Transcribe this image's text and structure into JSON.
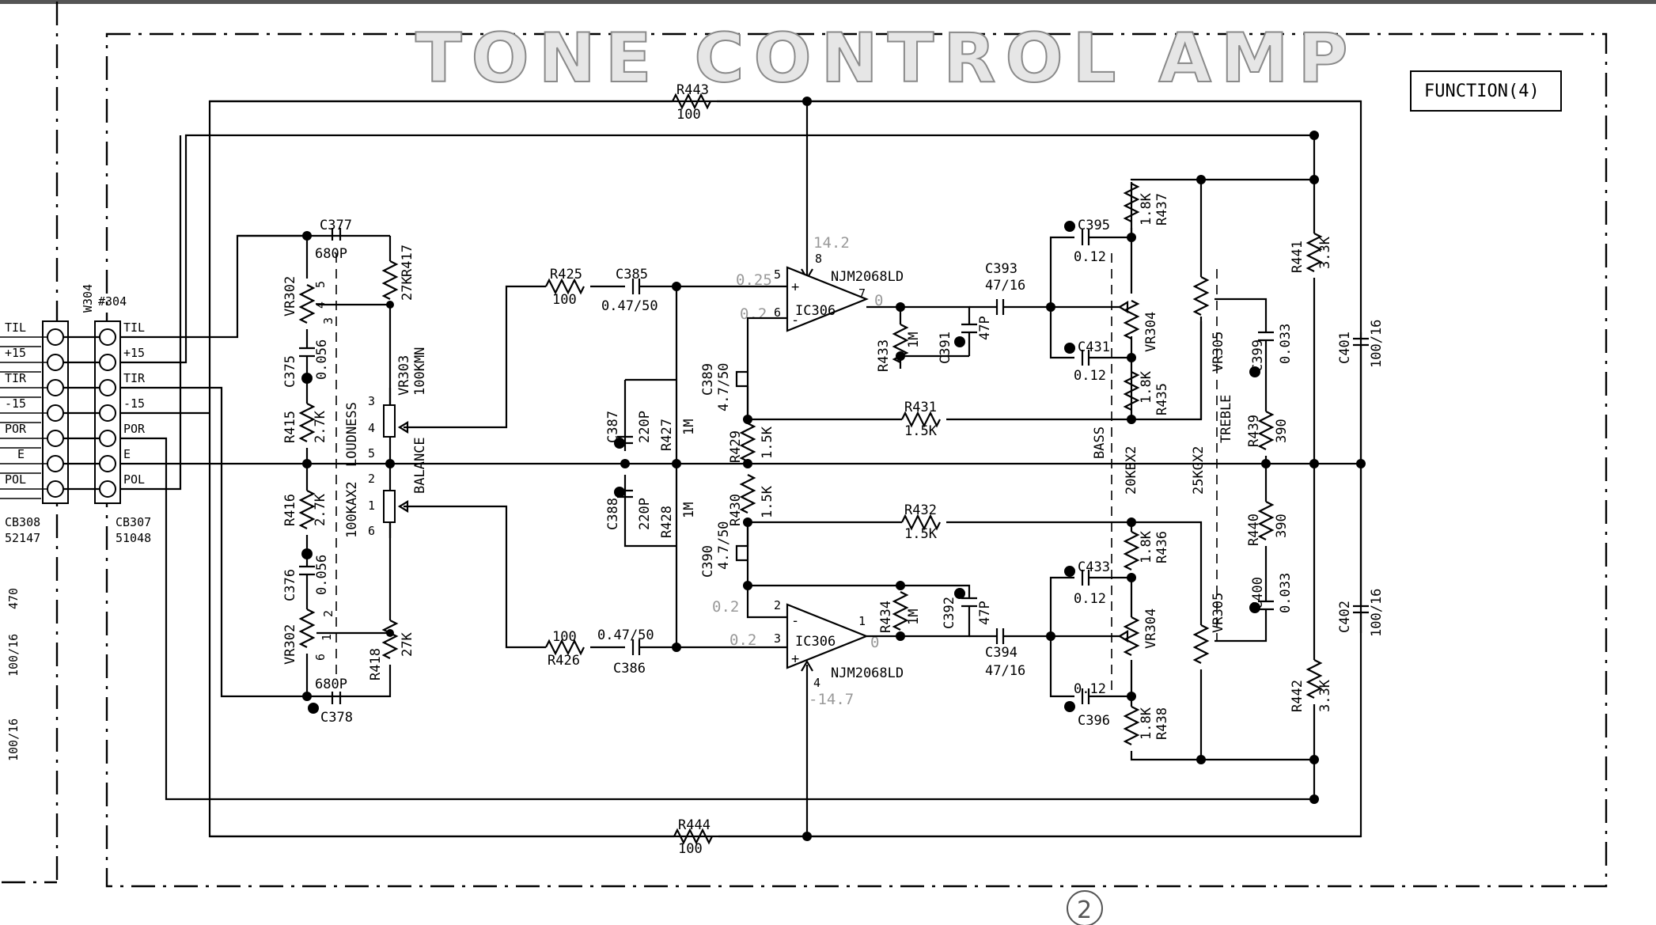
{
  "title": "TONE CONTROL AMP",
  "function_label": "FUNCTION(4)",
  "page_marker": "2",
  "connectors": {
    "w304": "W304",
    "p304": "#304",
    "cb308_name": "CB308",
    "cb308_part": "52147",
    "cb307_name": "CB307",
    "cb307_part": "51048",
    "pins": [
      "TIL",
      "+15",
      "TIR",
      "-15",
      "POR",
      "E",
      "POL"
    ]
  },
  "left_edge": {
    "val1": "470",
    "val2": "100/16",
    "val3": "100/16"
  },
  "ic": {
    "upper_name": "IC306",
    "upper_part": "NJM2068LD",
    "lower_name": "IC306",
    "lower_part": "NJM2068LD",
    "pin_upper_5": "5",
    "pin_upper_6": "6",
    "pin_upper_7": "7",
    "pin_upper_8": "8",
    "pin_lower_1": "1",
    "pin_lower_2": "2",
    "pin_lower_3": "3",
    "pin_lower_4": "4",
    "v_pos": "14.2",
    "v_neg": "-14.7",
    "v_u5": "0.25",
    "v_u6": "0.2",
    "v_u7": "0",
    "v_l2": "0.2",
    "v_l3": "0.2",
    "v_l1": "0"
  },
  "feedback": {
    "r443": "R443",
    "r443_v": "100",
    "r444": "R444",
    "r444_v": "100"
  },
  "loudness": {
    "c377": "C377",
    "c377_v": "680P",
    "c378": "C378",
    "c378_v": "680P",
    "r417": "R417",
    "r417_v": "27K",
    "r418": "R418",
    "r418_v": "27K",
    "vr302_top": "VR302",
    "vr302_bot": "VR302",
    "c375": "C375",
    "c375_v": "0.056",
    "c376": "C376",
    "c376_v": "0.056",
    "r415": "R415",
    "r415_v": "2.7K",
    "r416": "R416",
    "r416_v": "2.7K",
    "loud": "LOUDNESS",
    "loud_v": "100KAX2",
    "vr303": "VR303",
    "vr303_v": "100KMN",
    "balance": "BALANCE",
    "p5": "5",
    "p4": "4",
    "p3": "3",
    "p2": "2",
    "p1": "1",
    "p6": "6",
    "v5": "5",
    "v4": "4",
    "v3": "3",
    "v2": "2",
    "v1": "1",
    "v6": "6"
  },
  "input": {
    "r425": "R425",
    "r425_v": "100",
    "c385": "C385",
    "c385_v": "0.47/50",
    "r426": "R426",
    "r426_v": "100",
    "c386": "C386",
    "c386_v": "0.47/50",
    "c387": "C387",
    "c387_v": "220P",
    "c388": "C388",
    "c388_v": "220P",
    "r427": "R427",
    "r427_v": "1M",
    "r428": "R428",
    "r428_v": "1M",
    "c389": "C389",
    "c389_v": "4.7/50",
    "c390": "C390",
    "c390_v": "4.7/50",
    "r429": "R429",
    "r429_v": "1.5K",
    "r430": "R430",
    "r430_v": "1.5K"
  },
  "tone": {
    "r433": "R433",
    "r433_v": "1M",
    "r434": "R434",
    "r434_v": "1M",
    "c391": "C391",
    "c391_v": "47P",
    "c392": "C392",
    "c392_v": "47P",
    "c393": "C393",
    "c393_v": "47/16",
    "c394": "C394",
    "c394_v": "47/16",
    "r431": "R431",
    "r431_v": "1.5K",
    "r432": "R432",
    "r432_v": "1.5K",
    "c395": "C395",
    "c395_v": "0.12",
    "c431": "C431",
    "c431_v": "0.12",
    "c433": "C433",
    "c433_v": "0.12",
    "c396": "C396",
    "c396_v": "0.12",
    "r437": "R437",
    "r437_v": "1.8K",
    "r435": "R435",
    "r435_v": "1.8K",
    "r436": "R436",
    "r436_v": "1.8K",
    "r438": "R438",
    "r438_v": "1.8K",
    "vr304_top": "VR304",
    "vr304_bot": "VR304",
    "bass": "BASS",
    "bass_v": "20KBX2",
    "vr305_top": "VR305",
    "vr305_bot": "VR305",
    "treble": "TREBLE",
    "treble_v": "25KGX2",
    "c399": "C399",
    "c399_v": "0.033",
    "c400": "C400",
    "c400_v": "0.033",
    "r439": "R439",
    "r439_v": "390",
    "r440": "R440",
    "r440_v": "390",
    "r441": "R441",
    "r441_v": "3.3K",
    "r442": "R442",
    "r442_v": "3.3K",
    "c401": "C401",
    "c401_v": "100/16",
    "c402": "C402",
    "c402_v": "100/16"
  }
}
